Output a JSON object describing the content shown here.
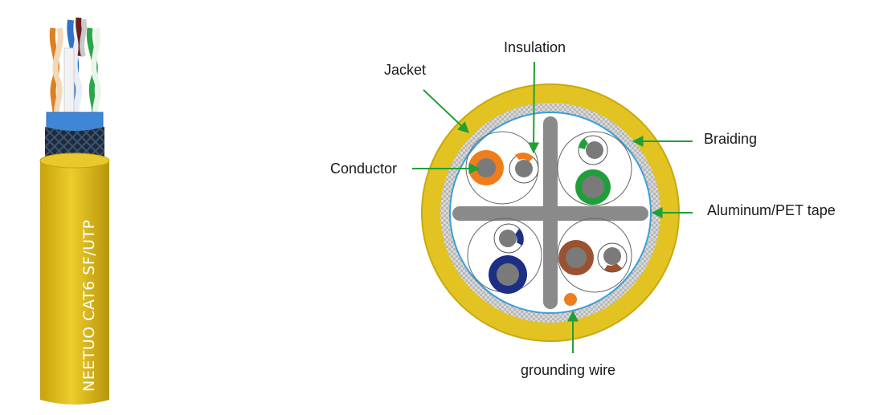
{
  "cable_print": "NEETUO CAT6 SF/UTP",
  "labels": {
    "insulation": "Insulation",
    "jacket": "Jacket",
    "braiding": "Braiding",
    "conductor": "Conductor",
    "aluminum_tape": "Aluminum/PET tape",
    "grounding_wire": "grounding wire"
  },
  "colors": {
    "jacket": "#e2c321",
    "jacket_dark": "#c9a80e",
    "braid": "#b9b9b9",
    "tape": "#3aa0d8",
    "separator": "#8a8a8a",
    "core": "#7a7a7a",
    "pair_orange": "#ef7d1c",
    "pair_green": "#1f9e3a",
    "pair_blue": "#1d2f85",
    "pair_brown": "#9a5230",
    "arrow": "#22a033",
    "wire_white": "#ffffff"
  },
  "pairs": [
    "orange",
    "green",
    "blue",
    "brown"
  ]
}
